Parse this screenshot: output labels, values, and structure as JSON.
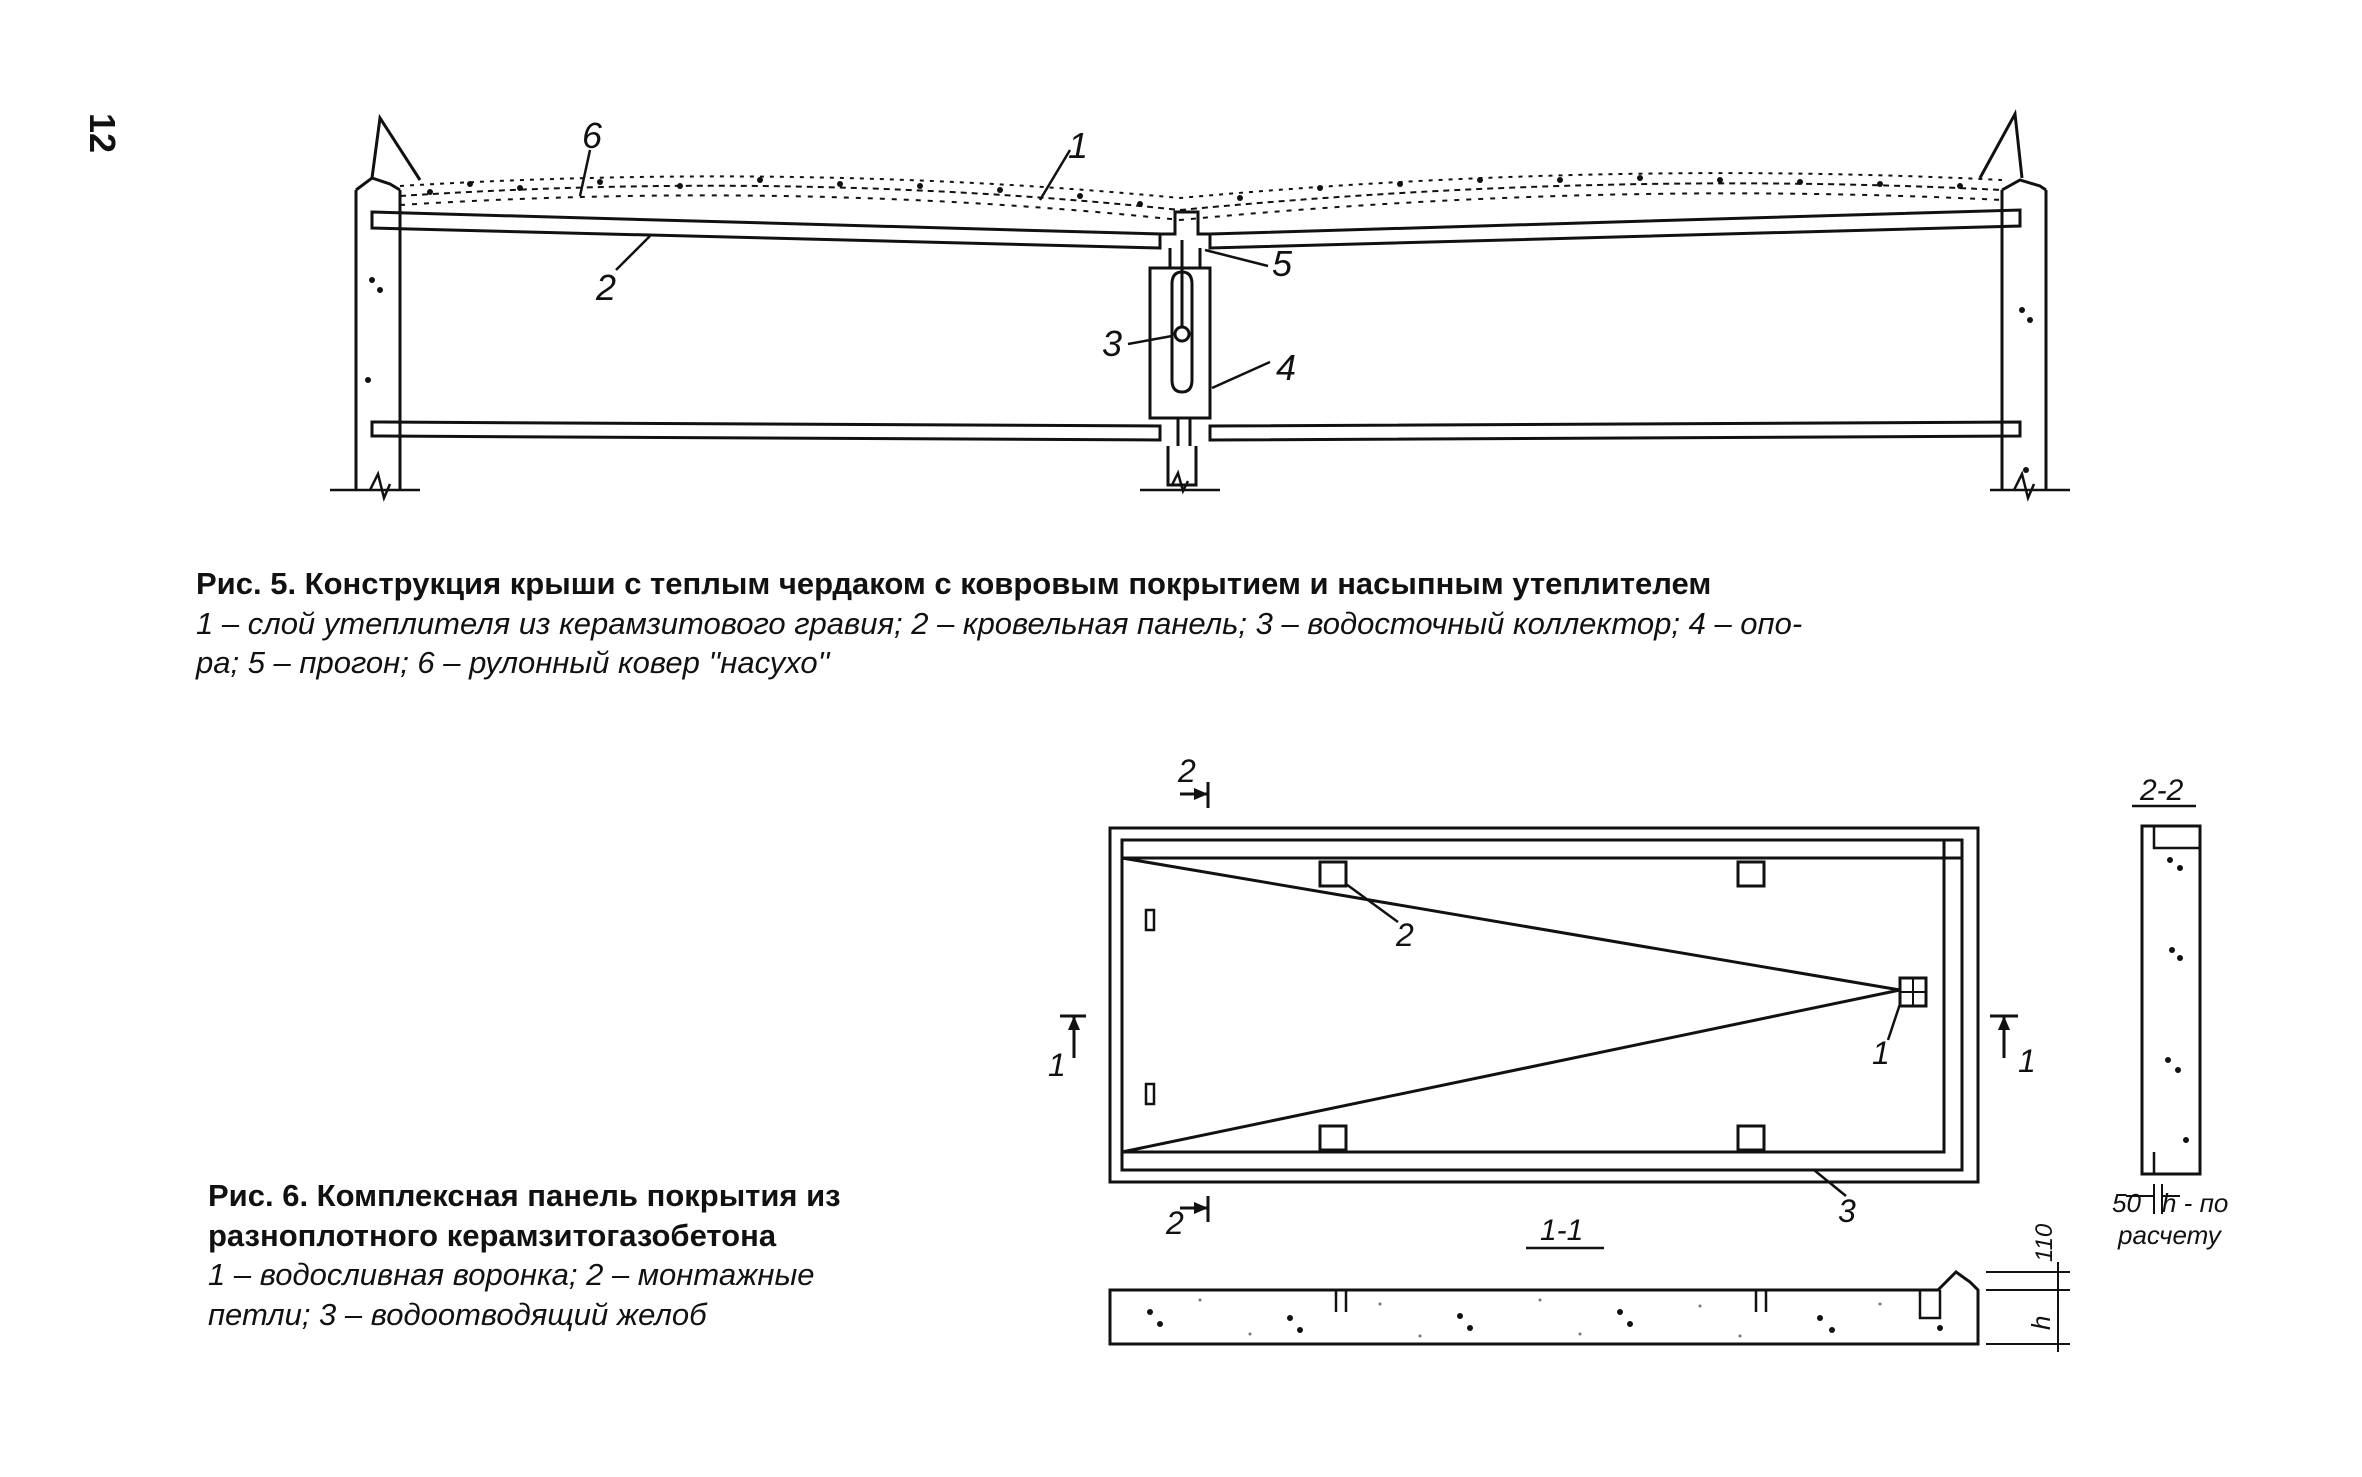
{
  "page_number": "12",
  "figure5": {
    "title": "Рис. 5. Конструкция крыши с теплым чердаком с ковровым покрытием и насыпным утеплителем",
    "legend_line1": "1 – слой утеплителя из  керамзитового гравия; 2 – кровельная панель; 3 – водосточный коллектор; 4 – опо-",
    "legend_line2": "ра; 5 – прогон; 6 – рулонный ковер ''насухо''",
    "labels": [
      "1",
      "2",
      "3",
      "4",
      "5",
      "6"
    ]
  },
  "figure6": {
    "title_line1": "Рис. 6. Комплексная панель покрытия из",
    "title_line2": "разноплотного керамзитогазобетона",
    "legend_line1": "1 – водосливная воронка; 2 – монтажные",
    "legend_line2": "петли; 3 – водоотводящий желоб",
    "labels": {
      "section_2_top": "2",
      "section_2_bottom": "2",
      "section_1_left": "1",
      "section_1_right": "1",
      "funnel": "1",
      "loops": "2",
      "gutter": "3",
      "section_1_1": "1-1",
      "section_2_2": "2-2",
      "dim_50": "50",
      "dim_h_po": "h - по",
      "dim_raschetu": "расчету",
      "dim_110": "110",
      "dim_h": "h"
    }
  }
}
